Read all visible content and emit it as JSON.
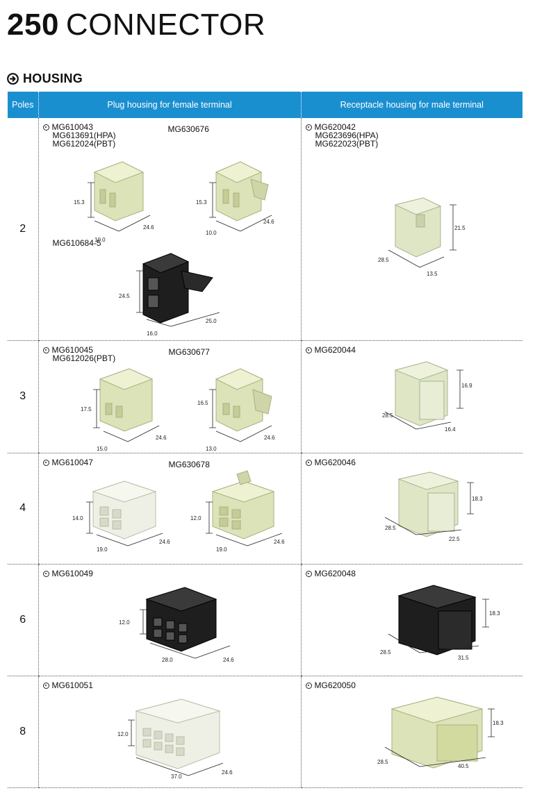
{
  "header": {
    "number": "250",
    "word": "CONNECTOR"
  },
  "section": {
    "label": "HOUSING",
    "icon": "arrow-circle-icon"
  },
  "table": {
    "headers": [
      "Poles",
      "Plug housing for female terminal",
      "Receptacle housing for  male terminal"
    ],
    "colors": {
      "header_bg": "#1a8fd0",
      "natural": "#dde3b8",
      "black": "#1e1e1e",
      "white_housing": "#eef0e6"
    },
    "rows": [
      {
        "poles": "2",
        "plug": [
          {
            "parts": [
              "MG610043",
              "MG613691(HPA)",
              "MG612024(PBT)"
            ],
            "dims": [
              "15.3",
              "24.6",
              "10.0"
            ]
          },
          {
            "parts": [
              "MG630676"
            ],
            "dims": [
              "15.3",
              "24.6",
              "10.0"
            ]
          },
          {
            "parts": [
              "MG610684-5"
            ],
            "dims": [
              "24.5",
              "25.0",
              "16.0"
            ]
          }
        ],
        "receptacle": [
          {
            "parts": [
              "MG620042",
              "MG623696(HPA)",
              "MG622023(PBT)"
            ],
            "dims": [
              "21.5",
              "28.5",
              "13.5"
            ]
          }
        ]
      },
      {
        "poles": "3",
        "plug": [
          {
            "parts": [
              "MG610045",
              "MG612026(PBT)"
            ],
            "dims": [
              "17.5",
              "24.6",
              "15.0"
            ]
          },
          {
            "parts": [
              "MG630677"
            ],
            "dims": [
              "16.5",
              "24.6",
              "13.0"
            ]
          }
        ],
        "receptacle": [
          {
            "parts": [
              "MG620044"
            ],
            "dims": [
              "16.9",
              "28.5",
              "16.4"
            ]
          }
        ]
      },
      {
        "poles": "4",
        "plug": [
          {
            "parts": [
              "MG610047"
            ],
            "dims": [
              "14.0",
              "24.6",
              "19.0"
            ]
          },
          {
            "parts": [
              "MG630678"
            ],
            "dims": [
              "12.0",
              "24.6",
              "19.0"
            ]
          }
        ],
        "receptacle": [
          {
            "parts": [
              "MG620046"
            ],
            "dims": [
              "18.3",
              "28.5",
              "22.5"
            ]
          }
        ]
      },
      {
        "poles": "6",
        "plug": [
          {
            "parts": [
              "MG610049"
            ],
            "dims": [
              "12.0",
              "24.6",
              "28.0"
            ]
          }
        ],
        "receptacle": [
          {
            "parts": [
              "MG620048"
            ],
            "dims": [
              "18.3",
              "28.5",
              "31.5"
            ]
          }
        ]
      },
      {
        "poles": "8",
        "plug": [
          {
            "parts": [
              "MG610051"
            ],
            "dims": [
              "12.0",
              "24.6",
              "37.0"
            ]
          }
        ],
        "receptacle": [
          {
            "parts": [
              "MG620050"
            ],
            "dims": [
              "18.3",
              "28.5",
              "40.5"
            ]
          }
        ]
      }
    ]
  }
}
